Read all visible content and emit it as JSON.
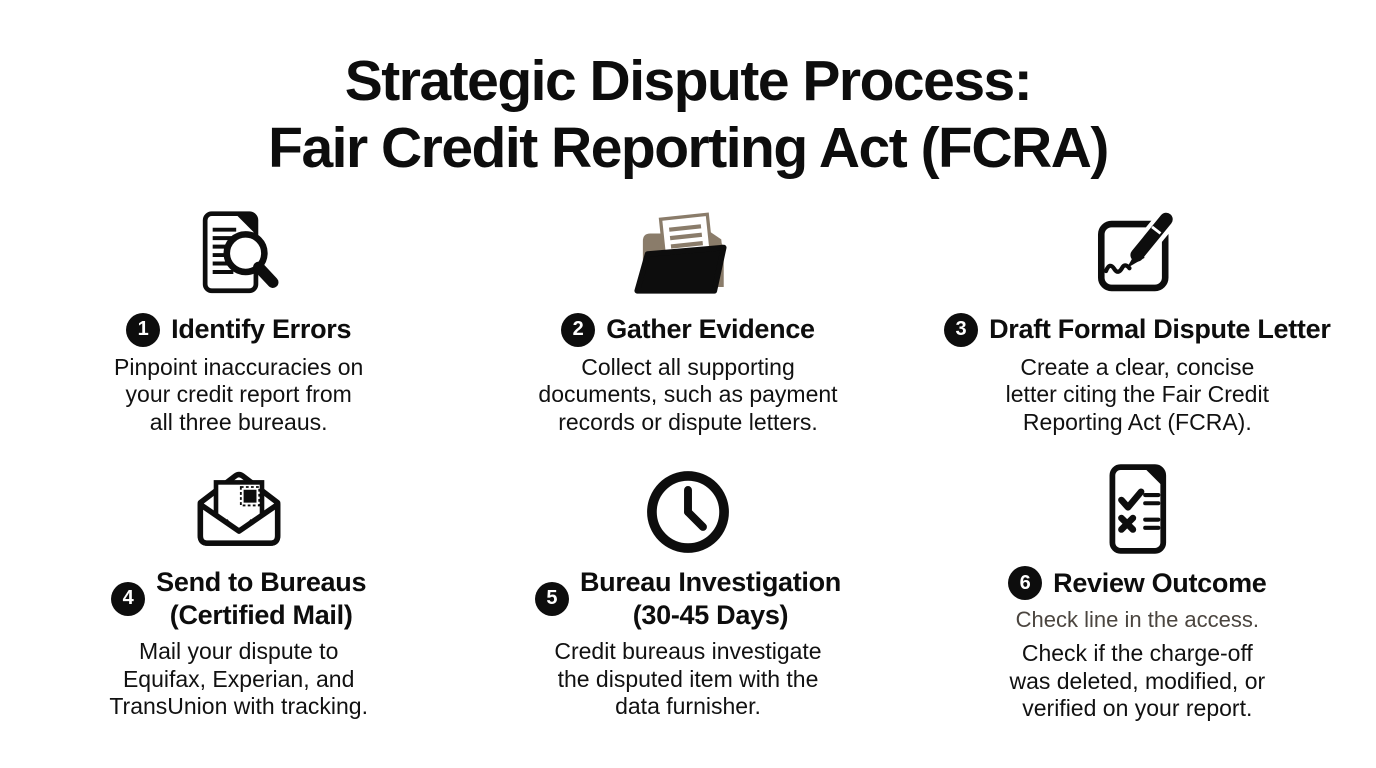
{
  "title": {
    "line1": "Strategic Dispute Process:",
    "line2": "Fair Credit Reporting Act (FCRA)"
  },
  "colors": {
    "text": "#0d0d0d",
    "badge_background": "#0d0d0d",
    "badge_text": "#ffffff",
    "folder_back_taupe": "#8a7c6a",
    "note_gray": "#4b453f",
    "background": "#ffffff"
  },
  "steps": [
    {
      "number": "1",
      "icon": "document-magnifier-icon",
      "title": "Identify Errors",
      "note": "",
      "body": "Pinpoint inaccuracies on\nyour credit report from\nall three bureaus."
    },
    {
      "number": "2",
      "icon": "folder-documents-icon",
      "title": "Gather Evidence",
      "note": "",
      "body": "Collect all supporting\ndocuments, such as payment\nrecords or dispute letters."
    },
    {
      "number": "3",
      "icon": "signature-pen-icon",
      "title": "Draft Formal Dispute Letter",
      "note": "",
      "body": "Create a clear, concise\nletter citing the Fair Credit\nReporting Act (FCRA)."
    },
    {
      "number": "4",
      "icon": "envelope-certified-mail-icon",
      "title": "Send to Bureaus\n(Certified Mail)",
      "note": "",
      "body": "Mail your dispute to\nEquifax, Experian, and\nTransUnion with tracking."
    },
    {
      "number": "5",
      "icon": "clock-icon",
      "title": "Bureau Investigation\n(30-45 Days)",
      "note": "",
      "body": "Credit bureaus investigate\nthe disputed item with the\ndata furnisher."
    },
    {
      "number": "6",
      "icon": "checklist-document-icon",
      "title": "Review Outcome",
      "note": "Check line in the access.",
      "body": "Check if the charge-off\nwas deleted, modified, or\nverified on your report."
    }
  ]
}
